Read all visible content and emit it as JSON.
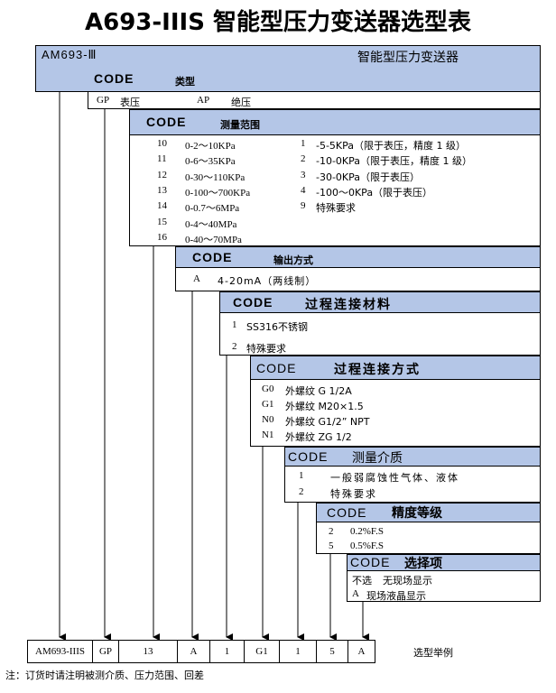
{
  "title": "A693-IIIS 智能型压力变送器选型表",
  "top": {
    "model": "AM693-Ⅲ",
    "desc": "智能型压力变送器"
  },
  "type_section": {
    "code": "CODE",
    "label": "类型",
    "items": [
      {
        "code": "GP",
        "text": "表压"
      },
      {
        "code": "AP",
        "text": "绝压"
      }
    ]
  },
  "range_section": {
    "code": "CODE",
    "label": "测量范围",
    "left": [
      {
        "code": "10",
        "text": "0-2～10KPa"
      },
      {
        "code": "11",
        "text": "0-6～35KPa"
      },
      {
        "code": "12",
        "text": "0-30～110KPa"
      },
      {
        "code": "13",
        "text": "0-100～700KPa"
      },
      {
        "code": "14",
        "text": "0-0.7～6MPa"
      },
      {
        "code": "15",
        "text": "0-4～40MPa"
      },
      {
        "code": "16",
        "text": "0-40～70MPa"
      }
    ],
    "right": [
      {
        "code": "1",
        "text": "-5-5KPa（限于表压，精度 1 级）"
      },
      {
        "code": "2",
        "text": "-10-0KPa（限于表压，精度 1 级）"
      },
      {
        "code": "3",
        "text": "-30-0KPa（限于表压）"
      },
      {
        "code": "4",
        "text": "-100～0KPa（限于表压）"
      },
      {
        "code": "9",
        "text": "特殊要求"
      }
    ]
  },
  "output_section": {
    "code": "CODE",
    "label": "输出方式",
    "items": [
      {
        "code": "A",
        "text": "4-20mA（两线制）"
      }
    ]
  },
  "material_section": {
    "code": "CODE",
    "label": "过程连接材料",
    "items": [
      {
        "code": "1",
        "text": "SS316不锈钢"
      },
      {
        "code": "2",
        "text": "特殊要求"
      }
    ]
  },
  "connection_section": {
    "code": "CODE",
    "label": "过程连接方式",
    "items": [
      {
        "code": "G0",
        "text": "外螺纹 G 1/2A"
      },
      {
        "code": "G1",
        "text": "外螺纹 M20×1.5"
      },
      {
        "code": "N0",
        "text": "外螺纹 G1/2” NPT"
      },
      {
        "code": "N1",
        "text": "外螺纹 ZG 1/2"
      }
    ]
  },
  "medium_section": {
    "code": "CODE",
    "label": "测量介质",
    "items": [
      {
        "code": "1",
        "text": "一般弱腐蚀性气体、液体"
      },
      {
        "code": "2",
        "text": "特殊要求"
      }
    ]
  },
  "accuracy_section": {
    "code": "CODE",
    "label": "精度等级",
    "items": [
      {
        "code": "2",
        "text": "0.2%F.S"
      },
      {
        "code": "5",
        "text": "0.5%F.S"
      }
    ]
  },
  "option_section": {
    "code": "CODE",
    "label": "选择项",
    "items": [
      {
        "code": "不选",
        "text": "无现场显示"
      },
      {
        "code": "A",
        "text": "现场液晶显示"
      }
    ]
  },
  "example": {
    "cells": [
      "AM693-IIIS",
      "GP",
      "13",
      "A",
      "1",
      "G1",
      "1",
      "5",
      "A"
    ],
    "label": "选型举例"
  },
  "note": "注：订货时请注明被测介质、压力范围、回差"
}
